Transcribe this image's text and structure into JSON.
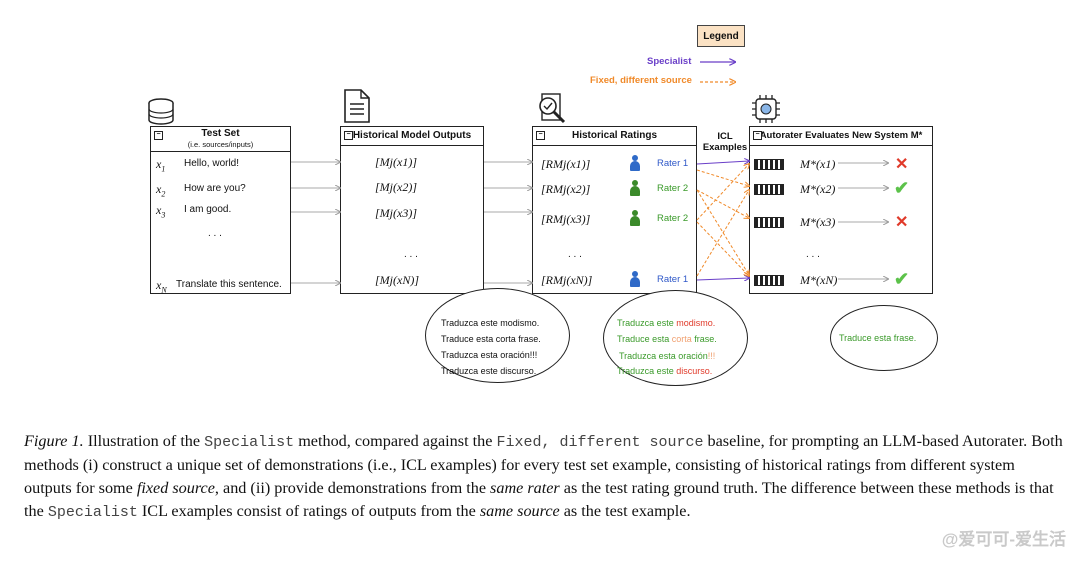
{
  "legend": {
    "title": "Legend",
    "specialist_label": "Specialist",
    "fixed_label": "Fixed, different source",
    "specialist_color": "#6a3fc8",
    "fixed_color": "#f08a2a"
  },
  "test_set": {
    "title": "Test Set",
    "subtitle": "(i.e. sources/inputs)",
    "rows": [
      {
        "var": "x",
        "sub": "1",
        "text": "Hello, world!"
      },
      {
        "var": "x",
        "sub": "2",
        "text": "How are you?"
      },
      {
        "var": "x",
        "sub": "3",
        "text": "I am good."
      },
      {
        "var": "",
        "sub": "",
        "text": ". . ."
      },
      {
        "var": "x",
        "sub": "N",
        "text": "Translate this sentence."
      }
    ]
  },
  "model_outputs": {
    "title": "Historical Model Outputs",
    "rows": [
      "[Mj(x1)]",
      "[Mj(x2)]",
      "[Mj(x3)]",
      ". . .",
      "[Mj(xN)]"
    ],
    "bubble": [
      "Traduzca este modismo.",
      "Traduce esta corta frase.",
      "Traduzca esta oración!!!",
      "Traduzca este discurso."
    ]
  },
  "ratings": {
    "title": "Historical Ratings",
    "rows": [
      {
        "formula": "[RMj(x1)]",
        "rater": "Rater 1",
        "color": "blue"
      },
      {
        "formula": "[RMj(x2)]",
        "rater": "Rater 2",
        "color": "green"
      },
      {
        "formula": "[RMj(x3)]",
        "rater": "Rater 2",
        "color": "green"
      },
      {
        "formula": ". . .",
        "rater": "",
        "color": ""
      },
      {
        "formula": "[RMj(xN)]",
        "rater": "Rater 1",
        "color": "blue"
      }
    ],
    "bubble": [
      {
        "pre": "Traduzca este ",
        "hl": "modismo."
      },
      {
        "pre": "Traduce esta ",
        "hl": "corta",
        "post": " frase."
      },
      {
        "pre": "Traduzca esta oración",
        "hl": "!!!"
      },
      {
        "pre": "Traduzca este ",
        "hl": "discurso."
      }
    ]
  },
  "icl_label": "ICL Examples",
  "autorater": {
    "title": "Autorater Evaluates New System M*",
    "rows": [
      {
        "formula": "M*(x1)",
        "verdict": "cross"
      },
      {
        "formula": "M*(x2)",
        "verdict": "check"
      },
      {
        "formula": "M*(x3)",
        "verdict": "cross"
      },
      {
        "formula": ". . .",
        "verdict": ""
      },
      {
        "formula": "M*(xN)",
        "verdict": "check"
      }
    ],
    "bubble": "Traduce esta frase."
  },
  "caption": {
    "fig": "Figure 1.",
    "s1": " Illustration of the ",
    "m1": "Specialist",
    "s2": " method, compared against the ",
    "m2": "Fixed, different source",
    "s3": " baseline, for prompting an LLM-based Autorater. Both methods (i) construct a unique set of demonstrations (i.e., ICL examples) for every test set example, consisting of historical ratings from different system outputs for some ",
    "i1": "fixed source",
    "s4": ", and (ii) provide demonstrations from the ",
    "i2": "same rater",
    "s5": " as the test rating ground truth. The difference between these methods is that the ",
    "m3": "Specialist",
    "s6": " ICL examples consist of ratings of outputs from the ",
    "i3": "same source",
    "s7": " as the test example."
  },
  "watermark": "@爱可可-爱生活"
}
